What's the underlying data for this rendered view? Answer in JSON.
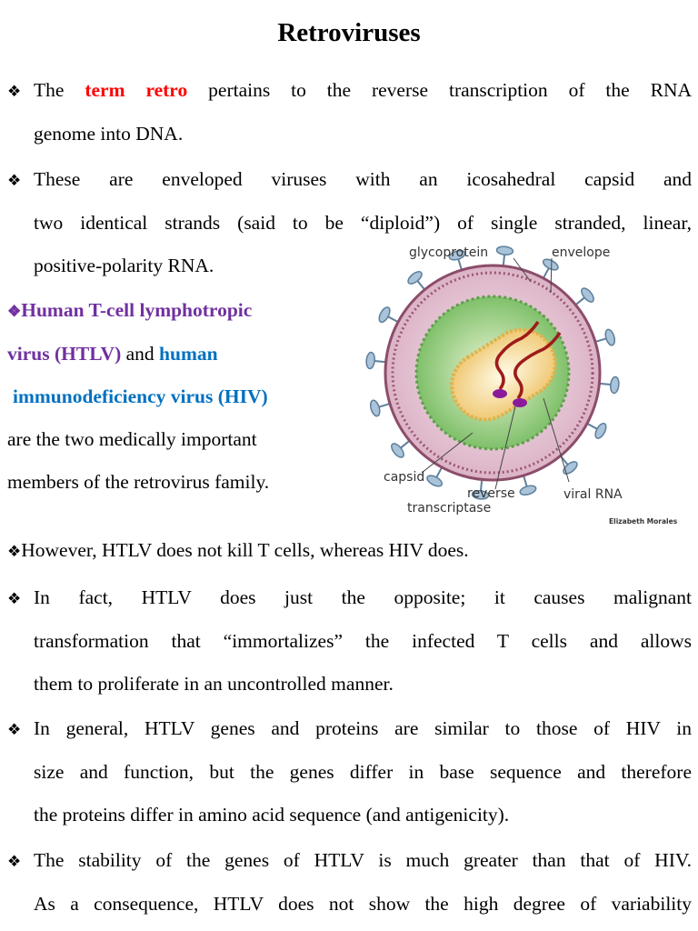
{
  "title": "Retroviruses",
  "p1": {
    "pre": "The ",
    "highlight": "term retro",
    "line1_rest": " pertains to the reverse transcription of the RNA",
    "line2": "genome into DNA."
  },
  "p2": {
    "line1": "These are enveloped viruses with an icosahedral capsid and",
    "line2": "two identical strands (said to be “diploid”) of single stranded, linear,",
    "line3": "positive-polarity RNA."
  },
  "p3": {
    "htlv_a": "Human T-cell lymphotropic",
    "htlv_b": "virus (HTLV)",
    "and": " and ",
    "human": "human",
    "hiv": "immunodeficiency virus (HIV)",
    "line4": "are the two medically important",
    "line5": "members of the retrovirus family."
  },
  "p4": {
    "line1": "However, HTLV does not kill T cells, whereas HIV does."
  },
  "p5": {
    "line1": "In fact, HTLV does just the opposite; it causes malignant",
    "line2": "transformation that “immortalizes” the infected T cells and allows",
    "line3": "them to proliferate in an uncontrolled manner."
  },
  "p6": {
    "line1": "In general, HTLV genes and proteins are similar to those of HIV in",
    "line2": "size and function, but the genes differ in base sequence and therefore",
    "line3": "the proteins differ in amino acid sequence (and antigenicity)."
  },
  "p7": {
    "line1": "The stability of the genes of HTLV is much greater than that of HIV.",
    "line2": "As a consequence, HTLV does not show the high degree of variability"
  },
  "figure": {
    "glycoprotein": "glycoprotein",
    "envelope": "envelope",
    "capsid": "capsid",
    "reverse": "reverse",
    "transcriptase": "transcriptase",
    "viral_rna": "viral RNA",
    "credit": "Elizabeth Morales"
  },
  "bullet_glyph": "❖",
  "colors": {
    "highlight_red": "#ff0000",
    "purple": "#7030a0",
    "blue": "#0070c0"
  }
}
